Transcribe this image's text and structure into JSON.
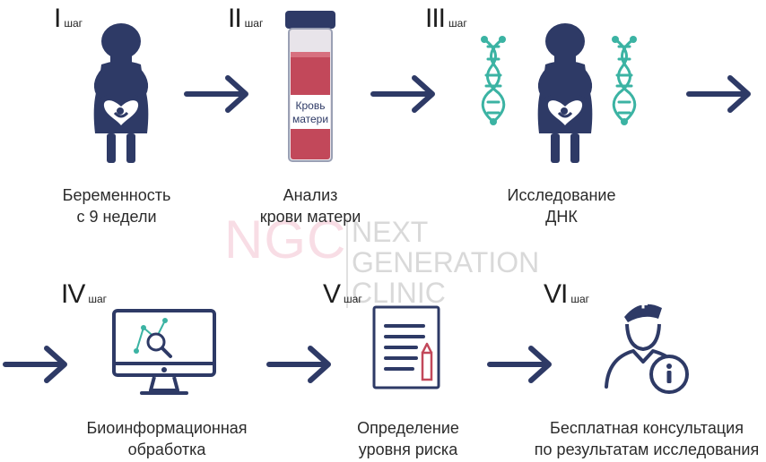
{
  "steps": [
    {
      "numeral": "I",
      "word": "шаг",
      "caption": [
        "Беременность",
        "с 9 недели"
      ],
      "icon": "pregnant-woman-icon"
    },
    {
      "numeral": "II",
      "word": "шаг",
      "caption": [
        "Анализ",
        "крови матери"
      ],
      "icon": "blood-tube-icon",
      "tube_label": [
        "Кровь",
        "матери"
      ]
    },
    {
      "numeral": "III",
      "word": "шаг",
      "caption": [
        "Исследование",
        "ДНК"
      ],
      "icon": "dna-pregnant-icon"
    },
    {
      "numeral": "IV",
      "word": "шаг",
      "caption": [
        "Биоинформационная",
        "обработка"
      ],
      "icon": "monitor-analysis-icon"
    },
    {
      "numeral": "V",
      "word": "шаг",
      "caption": [
        "Определение",
        "уровня риска"
      ],
      "icon": "report-document-icon"
    },
    {
      "numeral": "VI",
      "word": "шаг",
      "caption": [
        "Бесплатная консультация",
        "по результатам исследования"
      ],
      "icon": "doctor-info-icon"
    }
  ],
  "watermark": {
    "logo": "NGC",
    "lines": [
      "NEXT",
      "GENERATION",
      "CLINIC"
    ]
  },
  "colors": {
    "navy": "#2e3a66",
    "teal": "#3bb3a3",
    "blood": "#c2485a",
    "pink": "#e26a8c",
    "text": "#2b2b2b"
  }
}
